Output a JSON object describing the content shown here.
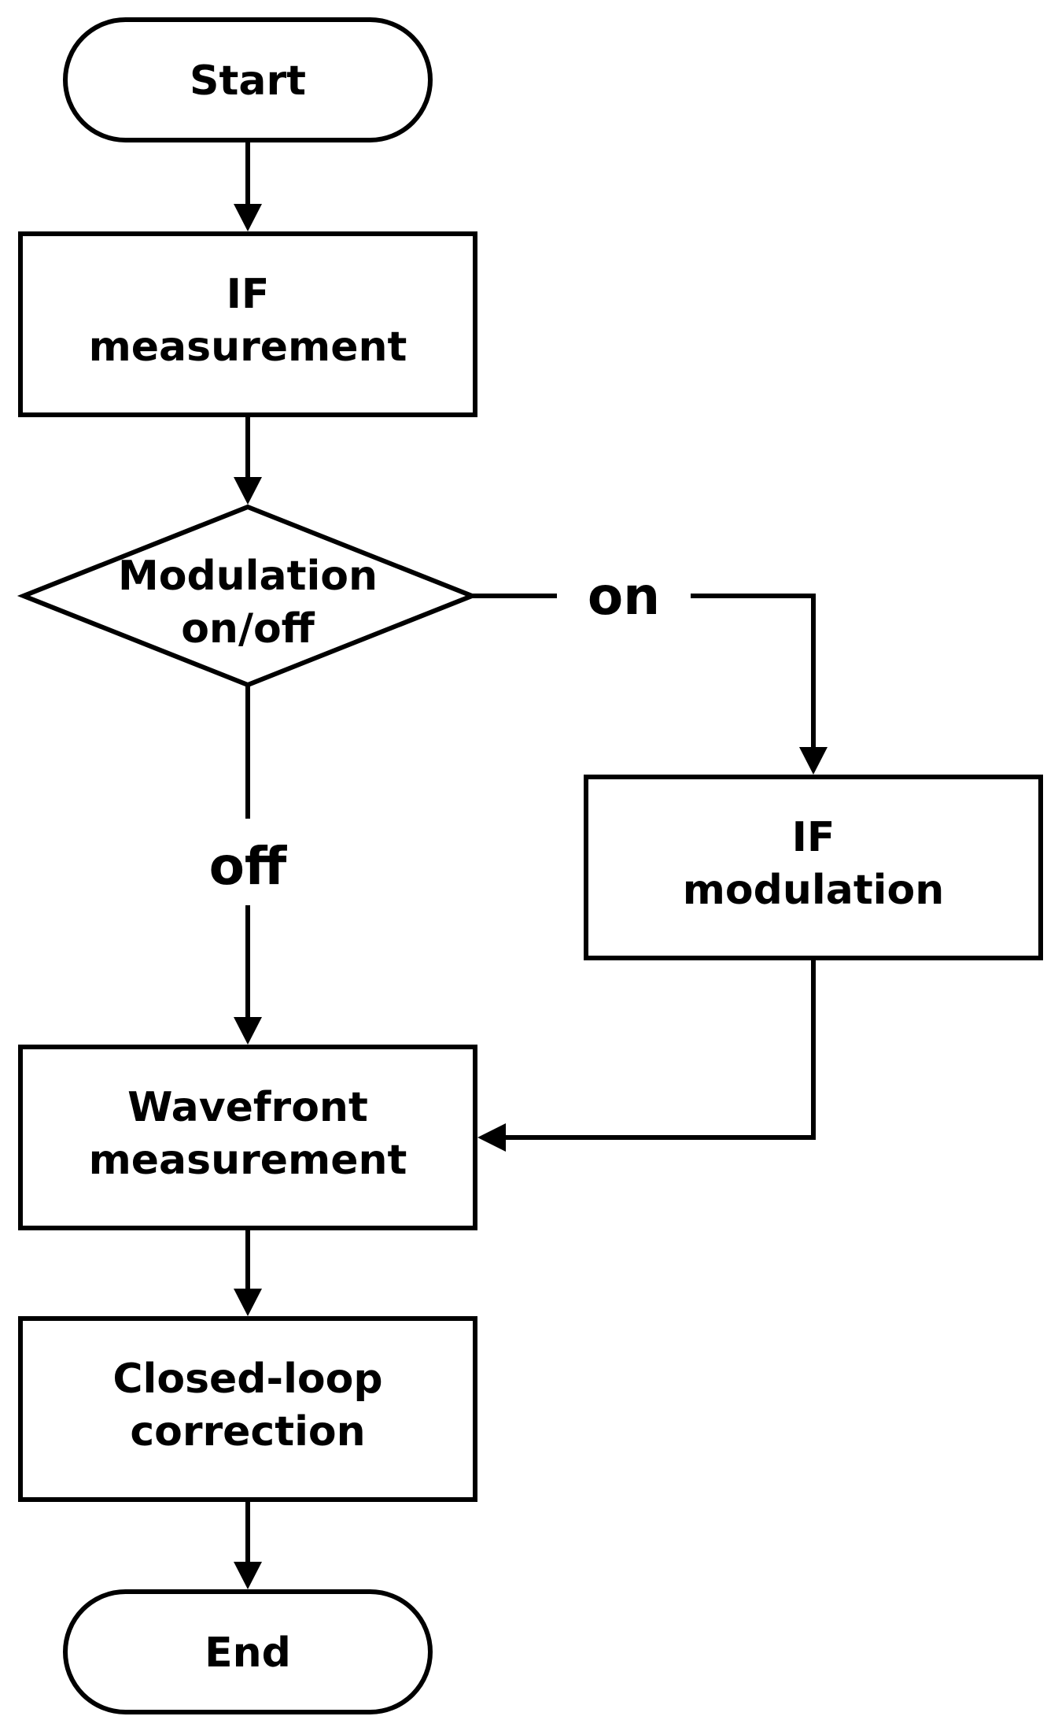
{
  "diagram": {
    "nodes": {
      "start": {
        "label": "Start"
      },
      "if_measurement": {
        "line1": "IF",
        "line2": "measurement"
      },
      "decision": {
        "line1": "Modulation",
        "line2": "on/off"
      },
      "if_modulation": {
        "line1": "IF",
        "line2": "modulation"
      },
      "wavefront_measurement": {
        "line1": "Wavefront",
        "line2": "measurement"
      },
      "closed_loop_correction": {
        "line1": "Closed-loop",
        "line2": "correction"
      },
      "end": {
        "label": "End"
      }
    },
    "edge_labels": {
      "on": "on",
      "off": "off"
    }
  }
}
